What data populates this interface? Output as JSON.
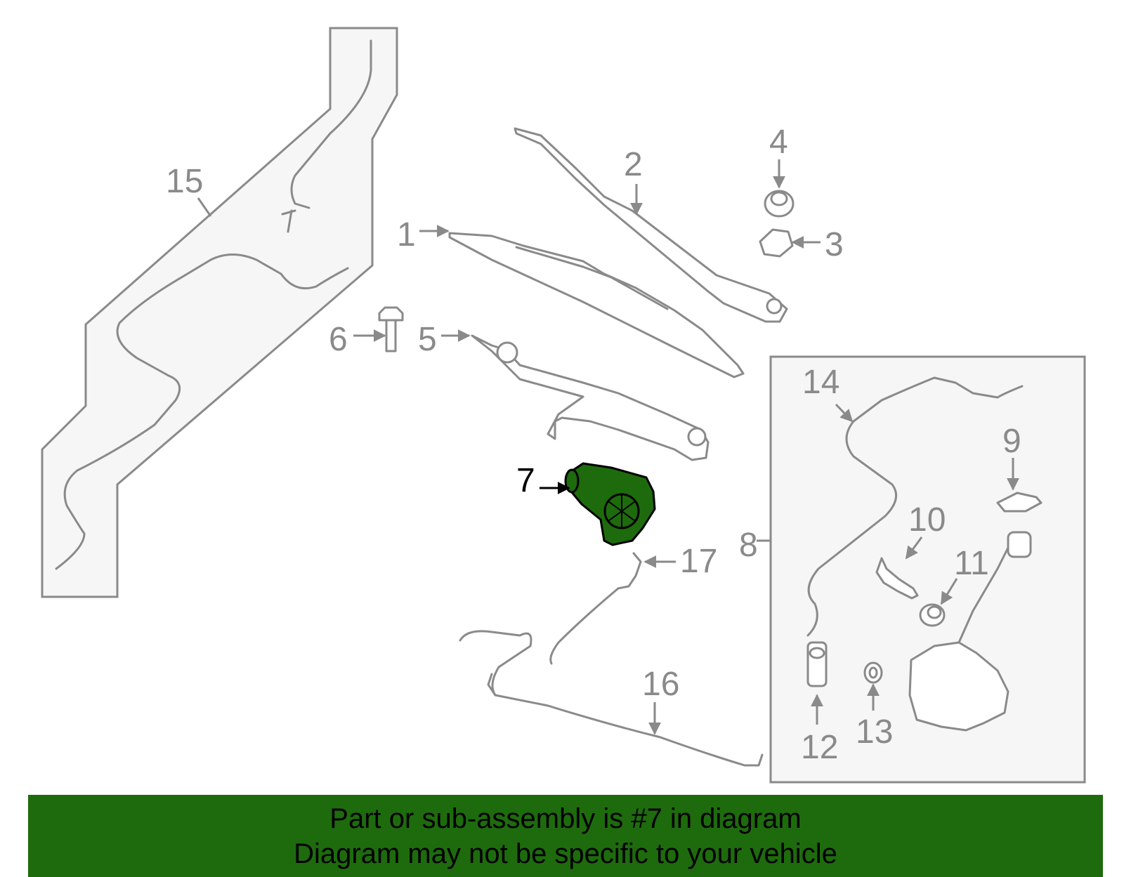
{
  "callouts": {
    "c1": "1",
    "c2": "2",
    "c3": "3",
    "c4": "4",
    "c5": "5",
    "c6": "6",
    "c7": "7",
    "c8": "8",
    "c9": "9",
    "c10": "10",
    "c11": "11",
    "c12": "12",
    "c13": "13",
    "c14": "14",
    "c15": "15",
    "c16": "16",
    "c17": "17"
  },
  "highlight": {
    "part_number": "7",
    "color": "#1e6b0e"
  },
  "banner": {
    "line1": "Part or sub-assembly is #7 in diagram",
    "line2": "Diagram may not be specific to your vehicle",
    "background": "#1e6b0e"
  }
}
